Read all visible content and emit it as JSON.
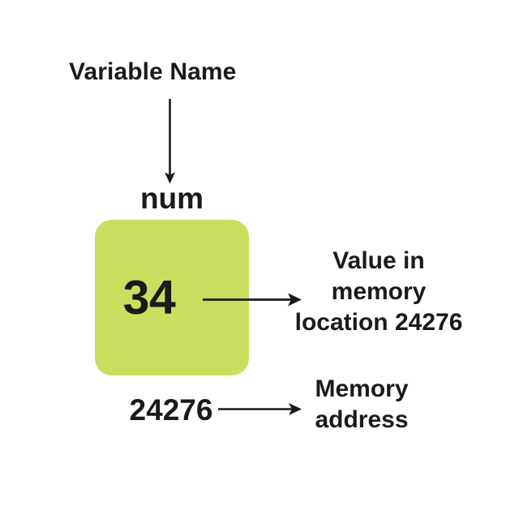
{
  "diagram": {
    "title_label": "Variable Name",
    "variable_identifier": "num",
    "value": "34",
    "memory_address": "24276",
    "value_annotation_lines": [
      "Value in",
      "memory",
      "location 24276"
    ],
    "address_annotation_lines": [
      "Memory",
      "address"
    ],
    "colors": {
      "cell_fill": "#c8df5f",
      "text": "#1a1a1a",
      "arrow": "#1a1a1a",
      "background": "#ffffff"
    },
    "arrows": [
      {
        "name": "variable-name-to-identifier",
        "direction": "down"
      },
      {
        "name": "value-to-annotation",
        "direction": "right"
      },
      {
        "name": "address-to-annotation",
        "direction": "right"
      }
    ]
  }
}
